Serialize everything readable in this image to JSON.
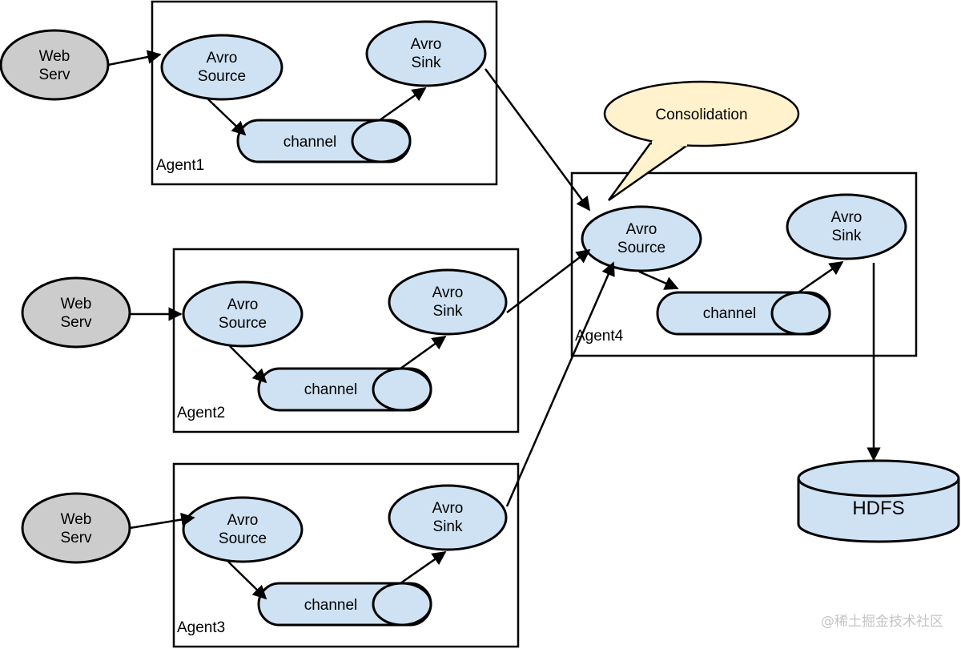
{
  "web_server": {
    "line1": "Web",
    "line2": "Serv"
  },
  "avro_source": {
    "line1": "Avro",
    "line2": "Source"
  },
  "avro_sink": {
    "line1": "Avro",
    "line2": "Sink"
  },
  "channel_label": "channel",
  "agents": [
    "Agent1",
    "Agent2",
    "Agent3",
    "Agent4"
  ],
  "consolidation_label": "Consolidation",
  "hdfs_label": "HDFS",
  "watermark": "@稀土掘金技术社区",
  "colors": {
    "node_fill": "#cfe2f3",
    "web_server_fill": "#cccccc",
    "callout_fill": "#fff2cc",
    "stroke": "#000000"
  }
}
